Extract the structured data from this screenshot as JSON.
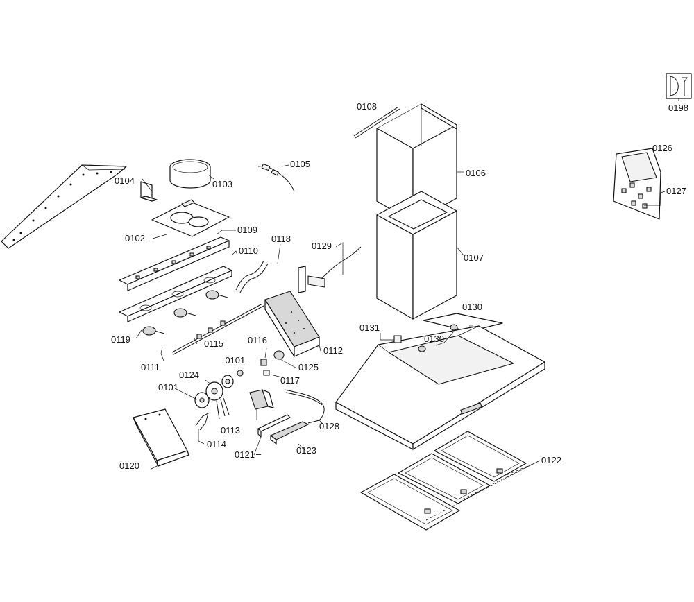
{
  "labels": {
    "l0101a": "0101",
    "l0101b": "-0101",
    "l0102": "0102",
    "l0103": "0103",
    "l0104": "0104",
    "l0105": "0105",
    "l0106": "0106",
    "l0107": "0107",
    "l0108": "0108",
    "l0109": "0109",
    "l0110": "0110",
    "l0111": "0111",
    "l0112": "0112",
    "l0113": "0113",
    "l0114": "0114",
    "l0115": "0115",
    "l0116": "0116",
    "l0117": "0117",
    "l0118": "0118",
    "l0119": "0119",
    "l0120": "0120",
    "l0121": "0121",
    "l0122": "0122",
    "l0123": "0123",
    "l0124": "0124",
    "l0125": "0125",
    "l0126": "0126",
    "l0127": "0127",
    "l0128": "0128",
    "l0129": "0129",
    "l0130a": "0130",
    "l0130b": "0130",
    "l0131": "0131",
    "l0198": "0198"
  }
}
